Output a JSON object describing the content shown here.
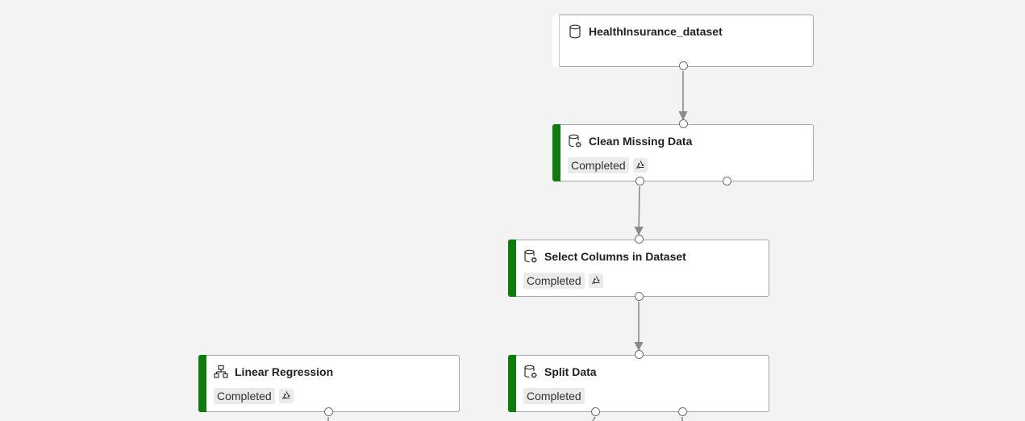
{
  "nodes": {
    "dataset": {
      "title": "HealthInsurance_dataset",
      "icon": "database-icon"
    },
    "clean_missing": {
      "title": "Clean Missing Data",
      "status": "Completed",
      "icon": "database-gear-icon",
      "reuse_icon": "recycle-icon"
    },
    "select_columns": {
      "title": "Select Columns in Dataset",
      "status": "Completed",
      "icon": "database-gear-icon",
      "reuse_icon": "recycle-icon"
    },
    "linear_regression": {
      "title": "Linear Regression",
      "status": "Completed",
      "icon": "hierarchy-icon",
      "reuse_icon": "recycle-icon"
    },
    "split_data": {
      "title": "Split Data",
      "status": "Completed",
      "icon": "database-gear-icon"
    }
  },
  "colors": {
    "completed": "#107c10",
    "edge": "#8a8a8a"
  }
}
